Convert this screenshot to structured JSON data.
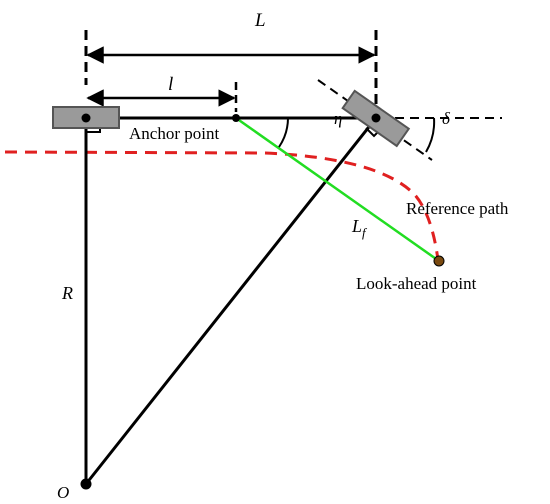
{
  "diagram": {
    "labels": {
      "L": "L",
      "l": "l",
      "anchor_point": "Anchor point",
      "eta": "η",
      "delta": "δ",
      "reference_path": "Reference path",
      "Lf_main": "L",
      "Lf_sub": "f",
      "look_ahead_point": "Look-ahead point",
      "R": "R",
      "O": "O"
    },
    "colors": {
      "line": "#000000",
      "reference_path": "#e02020",
      "look_ahead_line": "#22dd22",
      "vehicle_fill": "#9a9a9a",
      "vehicle_stroke": "#555555"
    }
  }
}
